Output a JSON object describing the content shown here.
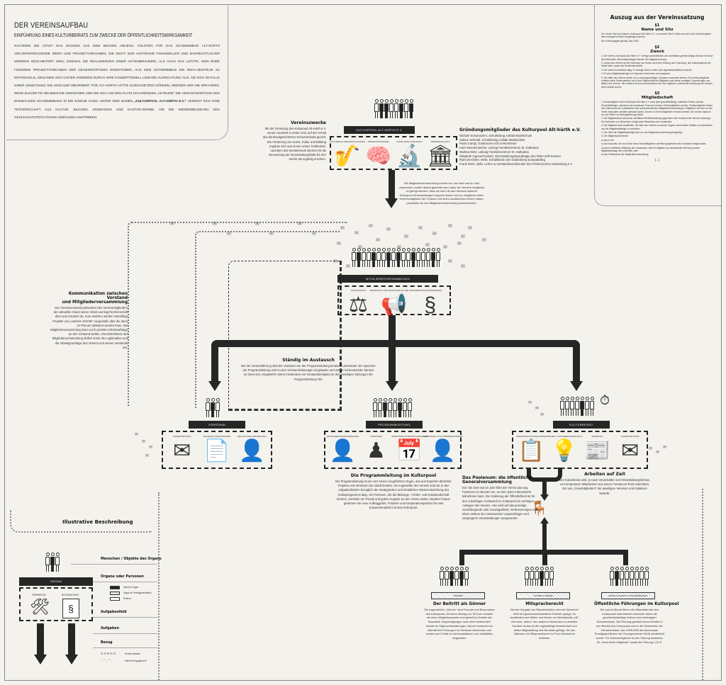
{
  "intro": {
    "title": "DER VEREINSAUFBAU",
    "subtitle": "EINFÜHRUNG EINES KULTURBEIRATS ZUM ZWECKE DER ÖFFENTLICHKEITSWIRKSAMKEIT",
    "body_before": "NACHDEM DIE STADT DAS WASSER AUS DEM BECKEN ABLIESS, FOLGTEN FÜR DAS SCHWIMMBAD ALT-HÜRTH VIELVERSPRECHENDE IDEEN UND PROJEKTVORHABEN, DIE NICHT NUR AUFGRUND FINANZIELLER UND BAURECHTLICHER MISEREN GESCHEITERT SIND; SOWOHL DIE REALISIERUNG EINER AKTIENBRAUEREI, ALS AUCH DAS LETZTE, KEIN ENDE FINDENDE PROJEKTVORHABEN DER GEGENWÄRTIGEN EIGENTÜMER, AUS DEM SCHWIMMBAD EIN REHA-ZENTRUM ZU ENTWICKELN, ZEICHNEN SICH UNTER ANDEREM DURCH IHRE KONZEPTIONELL LINEARE AUSRICHTUNG AUS. OB SICH IM FALLE IHRER UMSETZUNG EIN SOZIALER MEHRWERT FÜR ALT-HÜRTH HÄTTE DURCHSETZEN KÖNNEN, WERDEN WIR NIE ERFAHREN. DENN ZUKÜNFTIG NEHMEN DIE ANWOHNER UND DIE SICH UM DEN PLATZ SCHARENDEN „AKTEURE\" DIE VERANTWORTUNG DES EHEMALIGEN SCHWIMMBADS IN DIE EIGENE HAND. UNTER DEM NAMEN ",
    "body_bold": "„KULTURPOOL ALT-HÜRTH E.V.\"",
    "body_after": " VEREINT SICH EINE TRÄGERSCHAFT AUS KULTUR, BILDUNG, ERZIEHUNG UND GASTGE-WERBE, DIE DIE WIEDERBELEBUNG DES GESCHICHTSTRÄCHTIGEN GEBÄUDES ANSTREBEN."
  },
  "satzung": {
    "title": "Auszug aus der Vereinssatzung",
    "sections": [
      {
        "num": "§1",
        "heading": "Name und Sitz",
        "items": [
          "Der Verein führt den Namen „Kulturpool Alt-Hürth e.V.\", hat seinen Sitz in Hürth und soll in das Vereinsregister beim Amtsgericht Brühl eingetragen werden.",
          "Als Gründungsjahr gilt das Jahr 2018."
        ]
      },
      {
        "num": "§2",
        "heading": "Zweck",
        "items": [
          "1. Der Verein „Kulturpool Alt-Hürth e.V.\" verfolgt ausschließlich und unmittelbar gemeinnützige Zwecke im Sinne des Abschnitts „Steuerbegünstigte Zwecke\" der Abgabenordnung.",
          "2. Zweck des Vereins ist die Förderung von Kunst und Kultur, Bildung und Forschung, des Kulturangebots der Stadt Hürth, sowie des Denkmalschutzes.",
          "3. Der Verein ist selbstlos tätig. Er verfolgt nicht in erster Linie eigenwirtschaftliche Zwecke.",
          "4. Er kann Mitgliedsbeiträge und Spenden einnehmen und ausgeben.",
          "5. Die Mittel des Vereins dürfen nur zu satzungsmäßigen Zwecken verwendet werden. Die Vereinsmitglieder erhalten keine Gewinnanteile und in ihrer Eigenschaft als Mitglieder auch keine sonstigen Zuwendungen aus Mitteln des Vereins. Sie erhalten bei ihrem Ausscheiden oder bei möglicher, eintretender Auflösung des Vereins keine Anteile zurück."
        ]
      },
      {
        "num": "§3",
        "heading": "Mitgliedschaft",
        "items": [
          "1. Einzelmitglied in dem Kulturpool Alt-Hürth e.V. kann jede geschäftsfähige, natürliche Person werden. Geschäftsfähige, natürliche oder juristische Personen können Fördermitglieder werden. Fördermitglieder haben kein Stimmrecht bei ordentlichen oder außerordentlichen Mitgliederversammlungen. Mitglieder, die sich um den Verein besonders verdient gemacht haben, können zu Ehrenmitgliedern ernannt werden. Sie werden dadurch von der Pflicht zur Beitragszahlung befreit.",
          "2. Die Mitgliedschaft wird durch schriftliche Beitrittserklärung gegenüber dem Vorstand des Vereins beantragt. Die Aufnahme von Bewerbern erfolgt durch Beschluss des Vorstandes.",
          "3. Die Mitglieder sind verpflichtet, die Ziele des Vereins und seiner Organe nach besten Kräften zu unterstützen und die Mitgliedsbeiträge zu entrichten.",
          "4. Die Höhe der Mitgliedsbeiträge wird von der Mitgliederversammlung festgelegt.",
          "5. Die Mitgliedschaft endet:",
          "a) durch Tod",
          "b) durch Austritt, der zum Ende eines Geschäftsjahres schriftlich gegenüber dem Vorstand erfolgen kann,",
          "c) durch schriftliche Mitteilung des Vorstandes, falls ein Mitglied trotz wiederholter Mahnung seinen Mitgliedsbeitrag nicht entrichtet, oder",
          "d) durch Beschluss der Mitgliederversammlung"
        ]
      }
    ],
    "ellipsis": "[...]"
  },
  "vereinszwecke": {
    "heading": "Vereinszwecke",
    "body": "Mit der Gründung des Kulturpool Alt-Hürth e.V. wurde zunächst in erster Linie auf den Erhalt des denkmalgeschützten Schwimmbads gezielt. Die Förderung von Kunst, Kultur und Bildung ergaben sich aus einem ersten Testbetrieb, nachdem das leerstehende Becken für die Neunutzung als Veranstaltungshalle für den Verein als ergiebig erschien."
  },
  "verein": {
    "organ_label": "KULTURPOOL ALT-HÜRTH E.V.",
    "purposes": [
      {
        "label": "KULTURELLE VERANSTALTUNGEN",
        "icon": "saxophone-icon",
        "glyph": "🎷"
      },
      {
        "label": "WISSENSTRANSFER",
        "icon": "brains-exchange-icon",
        "glyph": "🧠"
      },
      {
        "label": "FORSCHUNG & BILDUNG",
        "icon": "microscope-icon",
        "glyph": "🔬"
      },
      {
        "label": "DENKMALSCHUTZ",
        "icon": "domed-building-icon",
        "glyph": "🏛"
      }
    ]
  },
  "gruender": {
    "heading": "Gründungsmitglieder des Kulturpool Alt-hürth e.V.",
    "members": [
      "Michael Schumacher, Schulleitung Auftakt Musikschule",
      "Sabine Schmidt, Schulleitung Auftakt Musikschule",
      "Paolo Campi, Gastronom und Unternehmer",
      "Karin Bendermacher, Leitung Familienzentrum St. Katharina",
      "Martina Metz, Leitung Familienzentrum St. Katharina",
      "Elisabeth Ingenerf-Hubert, Gleichstellungsbeauftragte des Rhein-Erft-Kreises",
      "Ruth Drechsler, stellv. Schulleiterin des Goldenberg Europakolleg",
      "Frank Klein, stellv. Lehrer & Vorstandsvorsitzender des Fördervereins Goldenberg e.V."
    ]
  },
  "mv_intro": "Die Mitgliederversammlung kommt ein- bis zwei mal im Jahr zusammen, wobei darauf geachtet wird, dass die Termine möglichst so gelegt werden, dass sie sich mit dem Besuch weiterer Kulturpool-Veranstaltungen koppeln lassen und so möglichst vielen Vereinsmitglieder die Chance und einen zusätzlichen Anreiz haben, persönlich an der Mitgliederversammlung teilzunehmen.",
  "mitgliederversammlung": {
    "organ_label": "MITGLIEDERVERSAMMLUNG",
    "tasks": [
      {
        "label": "LEGITIMATION",
        "icon": "gavel-icon",
        "glyph": "⚖"
      },
      {
        "label": "ERTEILUNG VON WEISUNGEN AN DIE ORGANE",
        "icon": "megaphone-icon",
        "glyph": "📢"
      },
      {
        "label": "SATZUNGSÄNDERUNG",
        "icon": "statute-document-icon",
        "glyph": "§"
      }
    ]
  },
  "kommunikation": {
    "heading_1": "Kommunikation zwischen Vorstand",
    "heading_2": "und Mitgliederversammlung",
    "body": "Der Vereinsvorstand präsentiert den Vereinsmitgliedern den aktuellen Stand seiner Arbeit und legt Rechenschaft über sein Handeln ab. Zum anderen werden zukünftige Projekte und „nächste Schritte\" vorgestellt, über die dann im Plenum diskutiert werden kann. Die Mitgliederversammlung kann auch gezielte Arbeitsaufträge an den Vorstand stellen. Die Entschlüsse der Mitgliederversammlung stellen somit die Legitimation und die Arbeitsgrundlage des Vereins und seines Vorstands dar."
  },
  "austausch": {
    "heading": "Ständig im Austausch",
    "body": "Bei der Vereinsführung wird der Vorstand von der Programmleitung beratend unterstützt. Ein Sprecher der Programmleitung wird zu den Vorstandssitzungen eingeladen und nimmt mit beratender Stimme an ihnen teil. Umgekehrt nimmt mindestens ein Vorstandsmitglied an den jeweiligen Sitzungen der Programmleitung Teil."
  },
  "vorstand": {
    "organ_label": "VORSTAND",
    "tasks": [
      {
        "label": "KOMMUNIKATION",
        "icon": "envelope-icon",
        "glyph": "✉"
      },
      {
        "label": "BUCHHALTUNG/FINANZEN",
        "icon": "accounting-document-icon",
        "glyph": "📄"
      },
      {
        "label": "RECHTLICHE VERTRETUNG",
        "icon": "lectern-speaker-icon",
        "glyph": "👤"
      }
    ]
  },
  "programmleitung": {
    "organ_label": "PROGRAMMLEITUNG",
    "tasks": [
      {
        "label": "ENTSCHEIDUNGSKOMPETENZ",
        "icon": "desk-speaker-icon",
        "glyph": "👤"
      },
      {
        "label": "STRATEGIE",
        "icon": "chess-pieces-icon",
        "glyph": "♟"
      },
      {
        "label": "VERANSTALTUNGSORGANISATION",
        "icon": "calendar-icon",
        "glyph": "📅"
      },
      {
        "label": "GEWINNUNG VON FÖRDERPARTNERN",
        "icon": "person-icon",
        "glyph": "👤"
      }
    ],
    "heading": "Die Programmleitung im Kulturpool",
    "body": "Die Programmleitung ist ein vom Verein eingeführtes Organ, das aus Experten ähnlicher Projekte und Vertretern der Stadt besteht. Als Angestellte des Vereins sind sie in den Aufgabenfeldern bezüglich der strategischen und inhaltlichen Weiterentwicklung des Kulturprogramms tätig. Als Personen, die die Bildungs-, Förder- und Kulturlandschaft kennen, ermitteln sie Trends und geben Impulse an den Verein weiter. Darüber hinaus gewinnen sie neue Auftraggeber, Förderer und Kooperationspartner für eine Zusammenarbeit mit dem Kulturpool."
  },
  "kulturbeirat": {
    "organ_label": "KULTURBEIRAT",
    "tasks": [
      {
        "label": "VERANSTALTUNGSPLANUNG",
        "icon": "event-poster-icon",
        "glyph": "📋"
      },
      {
        "label": "PROJEKT- UND IDEENAUSTAUSCH",
        "icon": "lightbulbs-exchange-icon",
        "glyph": "💡"
      },
      {
        "label": "WERBUNG",
        "icon": "flyer-icon",
        "glyph": "📰"
      },
      {
        "label": "KOMMUNIKATION",
        "icon": "envelope-icon",
        "glyph": "✉"
      }
    ],
    "zeit_heading": "Arbeiten auf Zeit",
    "zeit_body": "Der Kulturbeirat wird, je nach Veranstalter und Veranstaltungsformat, von temporären Mitarbeitern aus einem Freelancer-Pool unterstützt, der aus „Crewmitgliedern\" der jeweiligen Vereinen und Initiativen besteht."
  },
  "poolenum": {
    "heading_1": "Das Poolenum: die öffentliche",
    "heading_2": "Generalversammlung",
    "body": "Ein- bis zwei mal im Jahr führt der Verein das sog. Poolenum im Becken ein, an dem jeder Interessierte teilnehmen kann. Der Einbezug der Öffentlichkeit ist für den zukünftigen Austausch im Kulturpool ein wichtiges Anliegen des Vereins. Hier wird auf das jeweilige, zurückliegende Jahr zurückgeblickt, Verbesserungen und Ideen seitens der Anwesenden vorgeschlagen und vergangene Veranstaltungen ausgewertet."
  },
  "public_groups": [
    {
      "plinth": "GÖNNER",
      "heading": "Der Beitritt als Gönner",
      "body": "Die sogenannten „Gönner\" sind Freunde und Bewunderer des Kulturpools. Ab einem Betrag von 50 Euro erhalten sie einen Mitgliedsausweis und genießen Vorteile wie finanzielle Vergünstigungen nach einer bestimmten Anzahl an Eigenveranstaltungen, können kostenlos an öffentlichen Führungen im Gebäude teilnehmen und werden per E-Mail zu Vereinsanlässen und -Aktivitäten eingeladen."
    },
    {
      "plinth": "NUTZER & MIETER",
      "heading": "Mitspracherecht",
      "body": "Bei der Vergabe der Räumlichkeiten wird mit Sicherheit Wert auf gemeinwohlorientierte Kriterien gelegt. So verpflichten sich Mieter und Nutzer zur Bereitschaft „mit\", und nicht „neben\" den anderen Nutzenden zu arbeiten. Darüber hinaus ist die regelmäßige Anwesenheit und aktive Mitgestaltung des Neubads gefragt, die den Akteuren ein Mitspracherecht im Pool-Geschehen verleihen."
    },
    {
      "plinth": "ÖFFENTLICHKEIT & NACHBARSCHAFT",
      "heading": "Öffentliche Führungen im Kulturpool",
      "body": "Ein mal im Monat führen die Mitarbeitenden des Kulturpools Interessierte Anwohner durch die geschichtsträchtige Kulisse des ehemaligen Schwimmbads. Die Führung gewährt einen Einblick in den Betrieb des Kulturpools und in die Geschichte des Schwimmbads, das 1929/1930 als kommunale Prestigearchitektur der Grossgemeinde Hürth verwirklicht wurde. Für Vereinsmitglieder ist die Führung kostenlos, für „Noch-Nicht-Mitglieder\" kostet die Führung 7,00 €."
    }
  ],
  "legend": {
    "heading": "Illustrative Beschreibung",
    "organ_label": "ORGAN",
    "task_labels": [
      "REPARATUR",
      "BUCHHALTUNG"
    ],
    "rows": [
      {
        "label": "Menschen / Objekte des Organs"
      },
      {
        "label": "Organe oder Personen"
      },
      {
        "label": "Aufgabenfeld"
      },
      {
        "label": "Aufgaben"
      },
      {
        "label": "Bezug"
      }
    ],
    "organ_types": [
      "Internes Organ",
      "Organ im Vertragsverhältnis",
      "Externe"
    ],
    "relations": [
      {
        "sample": "✉ ✉ ✉ ✉ ✉",
        "label": "Kommunikation"
      },
      {
        "sample": "- ⌒ - ⌒ -",
        "label": "Internes Engagement"
      }
    ]
  },
  "colors": {
    "background": "#f4f2ec",
    "ink": "#262626",
    "internal_organ": "#262626",
    "contract_organ": "#e0e0e0",
    "external": "#ffffff"
  }
}
